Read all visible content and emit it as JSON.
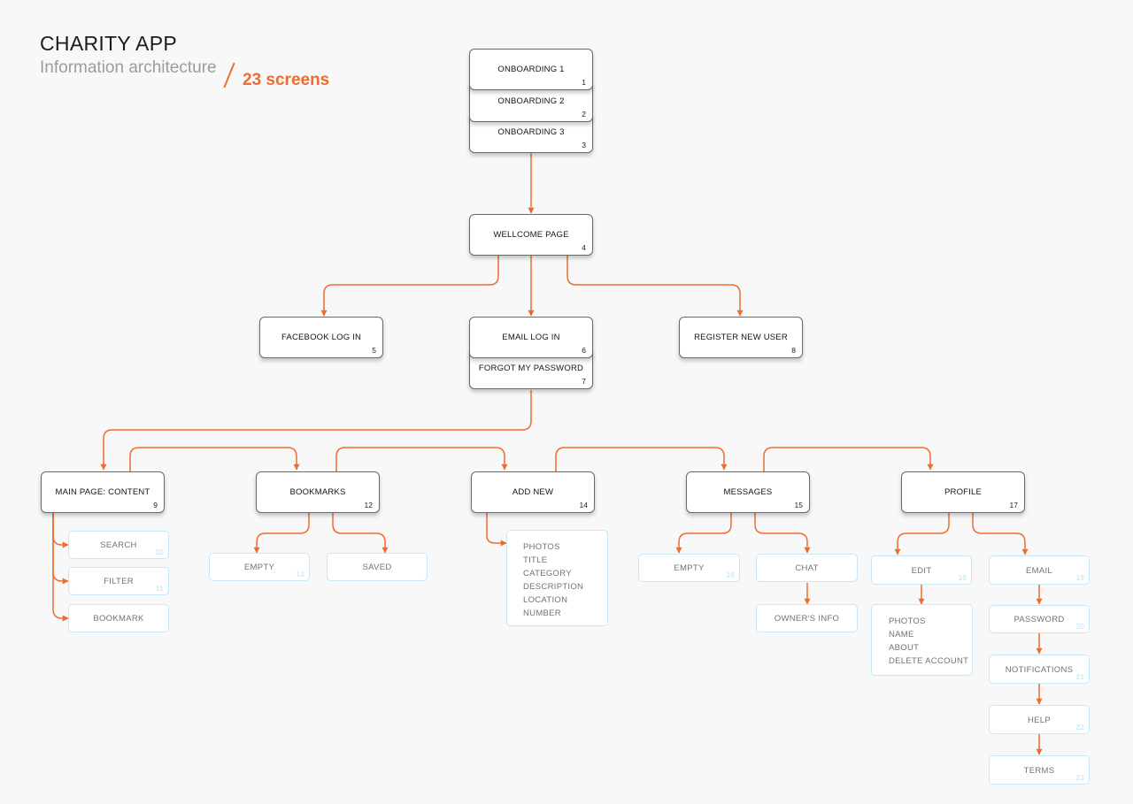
{
  "header": {
    "title": "CHARITY APP",
    "subtitle": "Information architecture",
    "count": "23 screens"
  },
  "colors": {
    "accent": "#ee6c30",
    "node_border": "#6a6a6a",
    "subnode_border": "#c6e8f6"
  },
  "nodes": {
    "onboarding1": {
      "label": "ONBOARDING 1",
      "num": "1"
    },
    "onboarding2": {
      "label": "ONBOARDING 2",
      "num": "2"
    },
    "onboarding3": {
      "label": "ONBOARDING 3",
      "num": "3"
    },
    "welcome": {
      "label": "WELLCOME PAGE",
      "num": "4"
    },
    "facebook": {
      "label": "FACEBOOK LOG IN",
      "num": "5"
    },
    "email_login": {
      "label": "EMAIL LOG IN",
      "num": "6"
    },
    "forgot": {
      "label": "FORGOT MY PASSWORD",
      "num": "7"
    },
    "register": {
      "label": "REGISTER NEW USER",
      "num": "8"
    },
    "main": {
      "label": "MAIN PAGE: CONTENT",
      "num": "9"
    },
    "search": {
      "label": "SEARCH",
      "num": "10"
    },
    "filter": {
      "label": "FILTER",
      "num": "11"
    },
    "bookmark": {
      "label": "BOOKMARK"
    },
    "bookmarks": {
      "label": "BOOKMARKS",
      "num": "12"
    },
    "bm_empty": {
      "label": "EMPTY",
      "num": "13"
    },
    "saved": {
      "label": "SAVED"
    },
    "add_new": {
      "label": "ADD NEW",
      "num": "14"
    },
    "add_fields": [
      "PHOTOS",
      "TITLE",
      "CATEGORY",
      "DESCRIPTION",
      "LOCATION",
      "NUMBER"
    ],
    "messages": {
      "label": "MESSAGES",
      "num": "15"
    },
    "msg_empty": {
      "label": "EMPTY",
      "num": "16"
    },
    "chat": {
      "label": "CHAT"
    },
    "owner": {
      "label": "OWNER'S INFO"
    },
    "profile": {
      "label": "PROFILE",
      "num": "17"
    },
    "edit": {
      "label": "EDIT",
      "num": "18"
    },
    "edit_fields": [
      "PHOTOS",
      "NAME",
      "ABOUT",
      "DELETE ACCOUNT"
    ],
    "email": {
      "label": "EMAIL",
      "num": "19"
    },
    "password": {
      "label": "PASSWORD",
      "num": "20"
    },
    "notifications": {
      "label": "NOTIFICATIONS",
      "num": "21"
    },
    "help": {
      "label": "HELP",
      "num": "22"
    },
    "terms": {
      "label": "TERMS",
      "num": "23"
    }
  }
}
